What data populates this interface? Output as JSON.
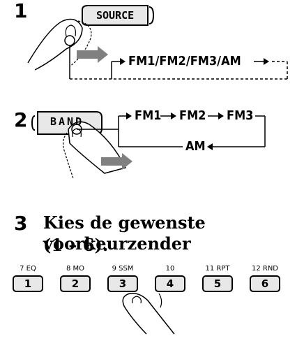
{
  "step1": {
    "number": "1",
    "button_label": "SOURCE",
    "flow": "FM1/FM2/FM3/AM"
  },
  "step2": {
    "number": "2",
    "button_label": "BAND",
    "flow_fm1": "FM1",
    "flow_fm2": "FM2",
    "flow_fm3": "FM3",
    "flow_am": "AM"
  },
  "step3": {
    "number": "3",
    "instruction_line1": "Kies de gewenste voorkeurzender",
    "instruction_line2": "(1 – 6).",
    "buttons": [
      {
        "caption": "7 EQ",
        "key": "1"
      },
      {
        "caption": "8 MO",
        "key": "2"
      },
      {
        "caption": "9 SSM",
        "key": "3"
      },
      {
        "caption": "10",
        "key": "4"
      },
      {
        "caption": "11 RPT",
        "key": "5"
      },
      {
        "caption": "12 RND",
        "key": "6"
      }
    ]
  },
  "colors": {
    "button_fill": "#e8e8e8",
    "arrow_gray": "#808080"
  }
}
